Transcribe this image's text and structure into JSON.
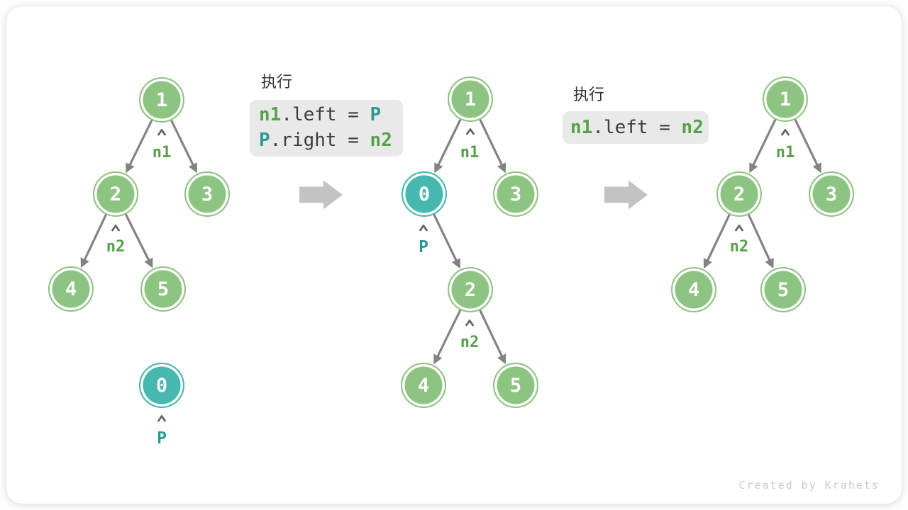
{
  "watermark": "Created by Krahets",
  "colors": {
    "node_green": "#8ec482",
    "node_teal": "#46b8af",
    "label_green": "#57a14b",
    "label_teal": "#2b9a92",
    "code_text": "#3d3d3d",
    "code_box_bg": "#e9e9e9",
    "edge_gray": "#838383",
    "step_arrow_gray": "#c3c3c3"
  },
  "step1": {
    "nodes": {
      "n1": "1",
      "n2": "2",
      "n3": "3",
      "n4": "4",
      "n5": "5",
      "p": "0"
    },
    "labels": {
      "n1": "n1",
      "n2": "n2",
      "p": "P"
    }
  },
  "exec1": {
    "title": "执行",
    "code": {
      "line1": {
        "id1": "n1",
        "mid": ".left = ",
        "id2": "P"
      },
      "line2": {
        "id1": "P",
        "mid": ".right = ",
        "id2": "n2"
      }
    }
  },
  "step2": {
    "nodes": {
      "n1": "1",
      "p": "0",
      "n3": "3",
      "n2": "2",
      "n4": "4",
      "n5": "5"
    },
    "labels": {
      "n1": "n1",
      "p": "P",
      "n2": "n2"
    }
  },
  "exec2": {
    "title": "执行",
    "code": {
      "line1": {
        "id1": "n1",
        "mid": ".left = ",
        "id2": "n2"
      }
    }
  },
  "step3": {
    "nodes": {
      "n1": "1",
      "n2": "2",
      "n3": "3",
      "n4": "4",
      "n5": "5"
    },
    "labels": {
      "n1": "n1",
      "n2": "n2"
    }
  }
}
